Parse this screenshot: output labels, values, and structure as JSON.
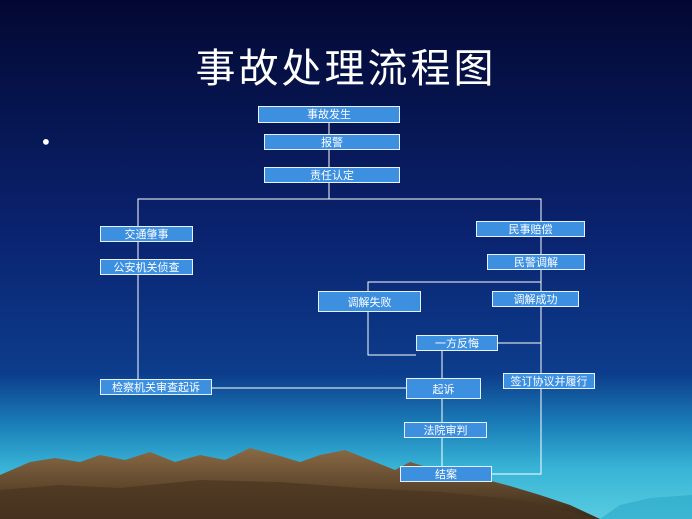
{
  "title": "事故处理流程图",
  "bullet": "•",
  "nodes": {
    "accident": "事故发生",
    "report": "报警",
    "liability": "责任认定",
    "traffic_crime": "交通肇事",
    "police_investigation": "公安机关侦查",
    "prosecution_review": "检察机关审查起诉",
    "civil_compensation": "民事赔偿",
    "police_mediation": "民警调解",
    "mediation_failed": "调解失败",
    "mediation_success": "调解成功",
    "one_party_regret": "一方反悔",
    "lawsuit": "起诉",
    "sign_agreement": "签订协议并履行",
    "court_trial": "法院审判",
    "case_closed": "结案"
  },
  "colors": {
    "sky_top": "#040a3a",
    "sky_mid": "#0b2a7a",
    "sky_low": "#0d5a9a",
    "box_fill": "#3d8fe0",
    "line": "#ffffff"
  }
}
